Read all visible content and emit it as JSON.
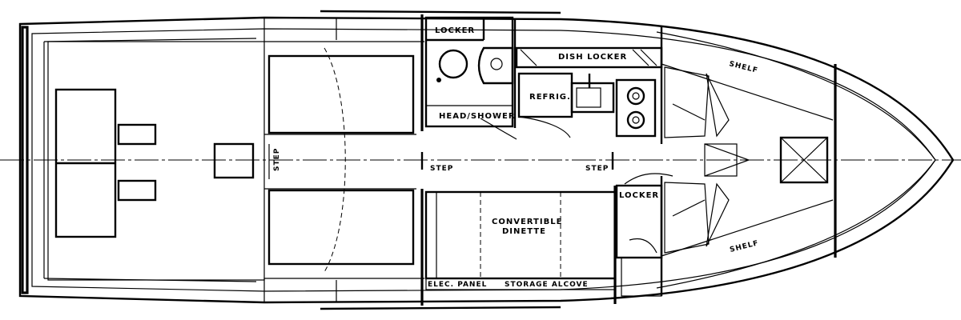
{
  "labels": {
    "locker_top": "LOCKER",
    "dish_locker": "DISH LOCKER",
    "refrig": "REFRIG.",
    "head_shower": "HEAD/SHOWER",
    "shelf_top": "SHELF",
    "step_aft": "STEP",
    "step_mid": "STEP",
    "step_fwd": "STEP",
    "locker_fwd": "LOCKER",
    "convertible": "CONVERTIBLE",
    "dinette": "DINETTE",
    "shelf_bottom": "SHELF",
    "elec_panel": "ELEC. PANEL",
    "storage_alcove": "STORAGE ALCOVE"
  }
}
